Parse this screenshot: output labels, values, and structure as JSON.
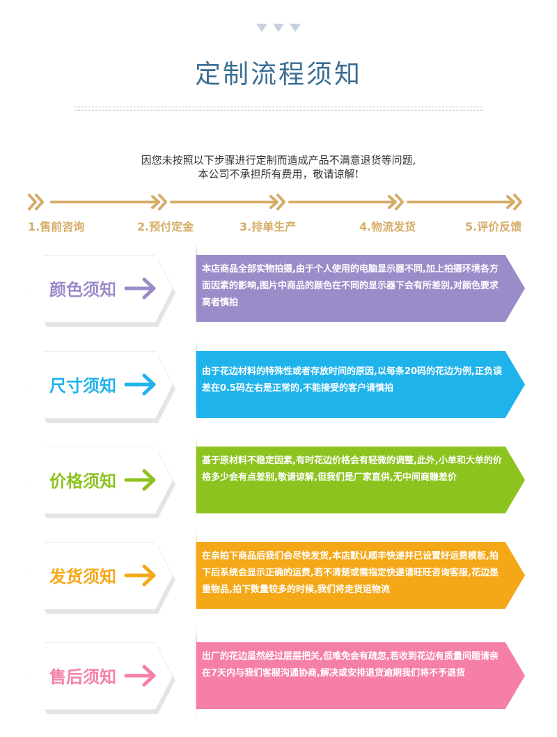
{
  "header": {
    "title": "定制流程须知",
    "intro_line1": "因您未按照以下步骤进行定制而造成产品不满意退货等问题,",
    "intro_line2": "本公司不承担所有费用，敬请谅解!"
  },
  "timeline": {
    "color": "#d5ad68",
    "steps": [
      "1.售前咨询",
      "2.预付定金",
      "3.排单生产",
      "4.物流发货",
      "5.评价反馈"
    ]
  },
  "notices": [
    {
      "title": "颜色须知",
      "color": "#9b8bc9",
      "text": "本店商品全部实物拍摄,由于个人使用的电脑显示器不同,加上拍摄环境各方面因素的影响,图片中商品的颜色在不同的显示器下会有所差别,对颜色要求高者慎拍",
      "icon": "arrow-right-icon"
    },
    {
      "title": "尺寸须知",
      "color": "#1fb3ec",
      "text": "由于花边材料的特殊性或者存放时间的原因,以每条20码的花边为例,正负误差在0.5码左右是正常的,不能接受的客户请慎拍",
      "icon": "arrow-right-icon"
    },
    {
      "title": "价格须知",
      "color": "#8cc31e",
      "text": "基于原材料不稳定因素,有时花边价格会有轻微的调整,此外,小单和大单的价格多少会有点差别,敬请谅解,但我们是厂家直供,无中间商赚差价",
      "icon": "arrow-right-icon"
    },
    {
      "title": "发货须知",
      "color": "#f4a817",
      "text": "在亲拍下商品后我们会尽快发货,本店默认顺丰快递并已设置好运费模板,拍下后系统会显示正确的运费,若不清楚或需指定快递请旺旺咨询客服,花边是重物品,拍下数量较多的时候,我们将走货运物流",
      "icon": "arrow-right-icon"
    },
    {
      "title": "售后须知",
      "color": "#f57fa6",
      "text": "出厂的花边虽然经过层层把关,但难免会有疏忽,若收到花边有质量问题请亲在7天内与我们客服沟通协商,解决或安排退货逾期我们将不予退货",
      "icon": "arrow-right-icon"
    }
  ]
}
